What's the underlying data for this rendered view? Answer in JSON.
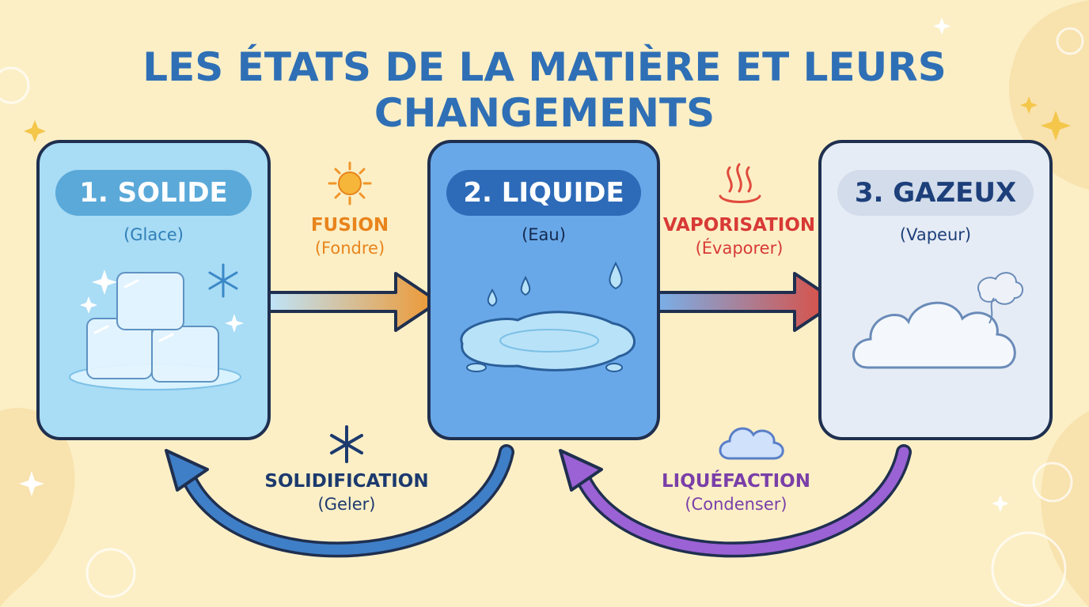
{
  "title": "LES ÉTATS DE LA MATIÈRE ET LEURS CHANGEMENTS",
  "states": {
    "solid": {
      "name": "1. SOLIDE",
      "example": "(Glace)",
      "color": "#a9dcf5"
    },
    "liquid": {
      "name": "2. LIQUIDE",
      "example": "(Eau)",
      "color": "#69a8e8"
    },
    "gas": {
      "name": "3. GAZEUX",
      "example": "(Vapeur)",
      "color": "#e6ecf5"
    }
  },
  "transitions": {
    "fusion": {
      "name": "FUSION",
      "verb": "(Fondre)",
      "icon": "sun-icon",
      "color": "#f0952a"
    },
    "vaporisation": {
      "name": "VAPORISATION",
      "verb": "(Évaporer)",
      "icon": "heat-waves-icon",
      "color": "#e04a3c"
    },
    "solidification": {
      "name": "SOLIDIFICATION",
      "verb": "(Geler)",
      "icon": "snowflake-icon",
      "color": "#2f6fb5"
    },
    "liquefaction": {
      "name": "LIQUÉFACTION",
      "verb": "(Condenser)",
      "icon": "cloud-icon",
      "color": "#9a62d4"
    }
  }
}
